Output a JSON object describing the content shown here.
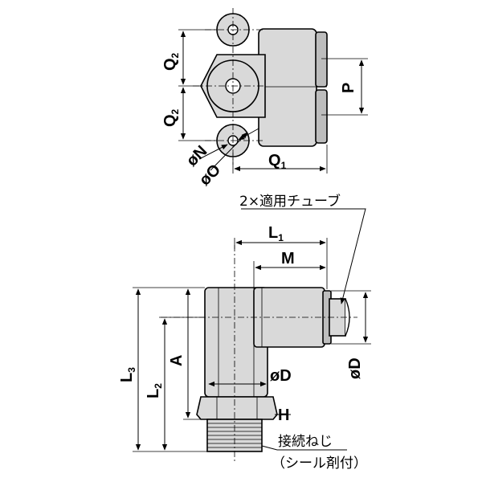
{
  "top_view": {
    "labels": {
      "q2_upper": "Q",
      "q2_upper_sub": "2",
      "q2_lower": "Q",
      "q2_lower_sub": "2",
      "p": "P",
      "n": "øN",
      "o": "øO",
      "q1": "Q",
      "q1_sub": "1"
    }
  },
  "side_view": {
    "labels": {
      "l1": "L",
      "l1_sub": "1",
      "m": "M",
      "a": "A",
      "l2": "L",
      "l2_sub": "2",
      "l3": "L",
      "l3_sub": "3",
      "d_inner": "øD",
      "d_outer": "øD",
      "h": "H"
    },
    "notes": {
      "tube": "2×適用チューブ",
      "thread": "接続ねじ",
      "seal": "（シール剤付）"
    }
  }
}
